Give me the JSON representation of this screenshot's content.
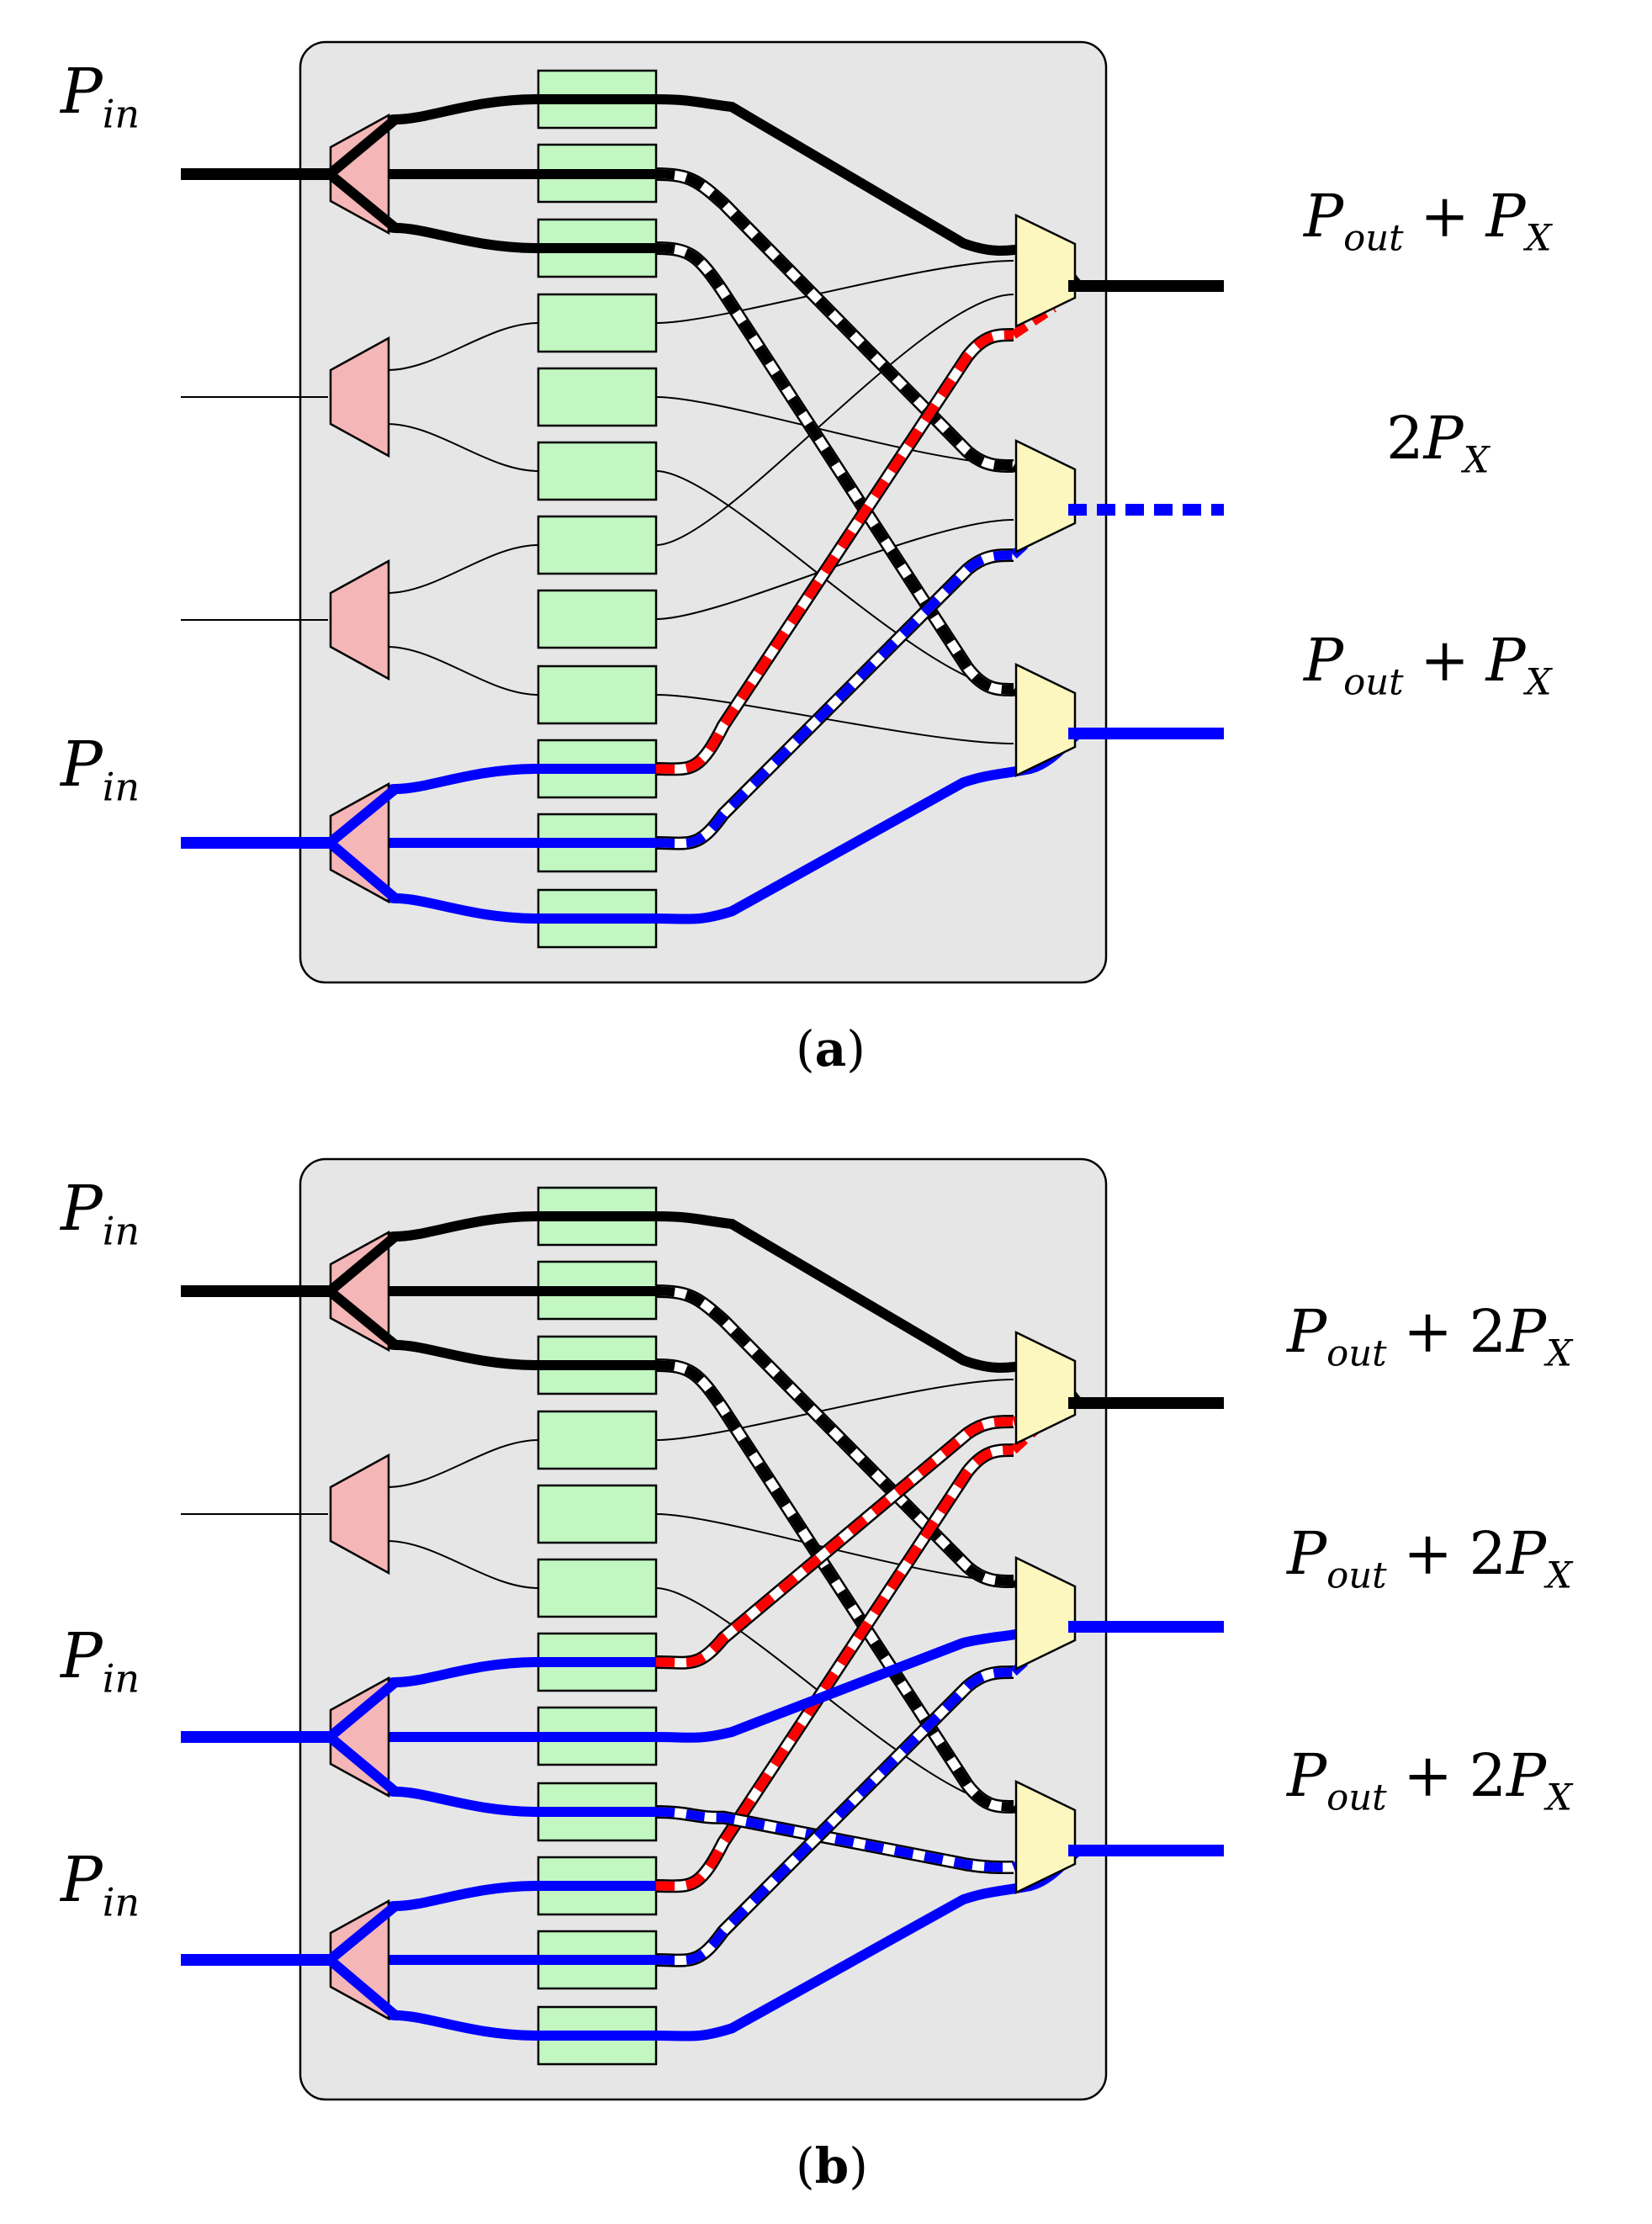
{
  "colors": {
    "chip_background": "#e6e6e6",
    "splitter_fill": "#f4b6b6",
    "modulator_fill": "#c2f7c2",
    "combiner_fill": "#fbf7be",
    "trace_black": "#000000",
    "trace_blue": "#0000ff",
    "trace_red": "#ff0000"
  },
  "panel_a": {
    "caption_letter": "a",
    "input_labels": [
      {
        "symbol": "P",
        "subscript": "in"
      },
      {
        "symbol": "P",
        "subscript": "in"
      }
    ],
    "output_labels": [
      {
        "prefix": "",
        "symbol": "P",
        "subscript": "out",
        "operator": "+",
        "coeff": "",
        "symbol2": "P",
        "subscript2": "X"
      },
      {
        "prefix": "2",
        "symbol": "P",
        "subscript": "X",
        "operator": "",
        "coeff": "",
        "symbol2": "",
        "subscript2": ""
      },
      {
        "prefix": "",
        "symbol": "P",
        "subscript": "out",
        "operator": "+",
        "coeff": "",
        "symbol2": "P",
        "subscript2": "X"
      }
    ]
  },
  "panel_b": {
    "caption_letter": "b",
    "input_labels": [
      {
        "symbol": "P",
        "subscript": "in"
      },
      {
        "symbol": "P",
        "subscript": "in"
      },
      {
        "symbol": "P",
        "subscript": "in"
      }
    ],
    "output_labels": [
      {
        "prefix": "",
        "symbol": "P",
        "subscript": "out",
        "operator": "+",
        "coeff": "2",
        "symbol2": "P",
        "subscript2": "X"
      },
      {
        "prefix": "",
        "symbol": "P",
        "subscript": "out",
        "operator": "+",
        "coeff": "2",
        "symbol2": "P",
        "subscript2": "X"
      },
      {
        "prefix": "",
        "symbol": "P",
        "subscript": "out",
        "operator": "+",
        "coeff": "2",
        "symbol2": "P",
        "subscript2": "X"
      }
    ]
  }
}
